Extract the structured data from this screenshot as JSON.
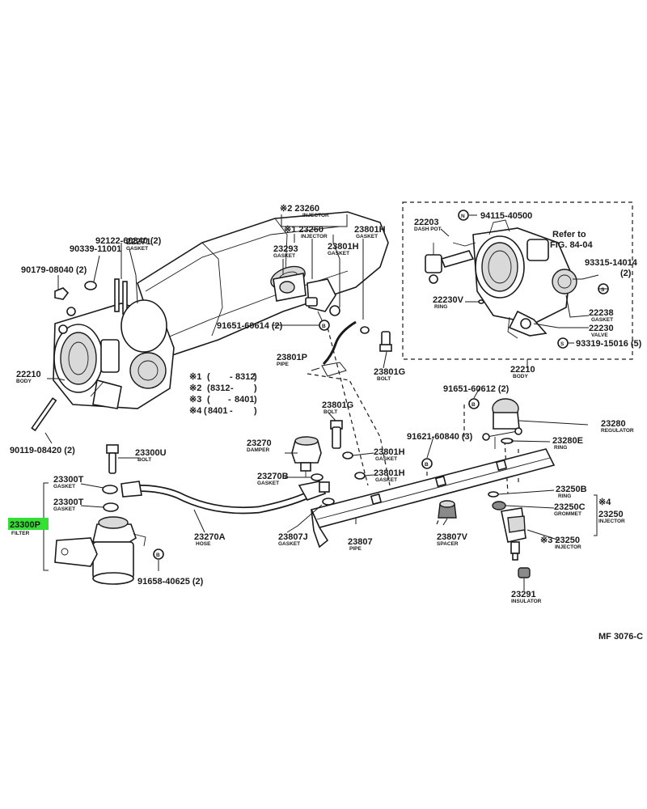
{
  "labels": {
    "p22210_left": {
      "num": "22210",
      "sub": "BODY"
    },
    "p92122": {
      "num": "92122-60840 (2)"
    },
    "p90339": {
      "num": "90339-11001"
    },
    "p22271": {
      "num": "22271",
      "sub": "GASKET"
    },
    "p90179": {
      "num": "90179-08040 (2)"
    },
    "p90119": {
      "num": "90119-08420 (2)"
    },
    "p23260_top": {
      "num": "※2 23260",
      "sub": "INJECTOR"
    },
    "p23260": {
      "num": "※1 23260",
      "sub": "INJECTOR"
    },
    "p23293": {
      "num": "23293",
      "sub": "GASKET"
    },
    "p23801H_a": {
      "num": "23801H",
      "sub": "GASKET"
    },
    "p23801H_b": {
      "num": "23801H",
      "sub": "GASKET"
    },
    "p91651_a": {
      "num": "91651-60614 (2)"
    },
    "p23801P": {
      "num": "23801P",
      "sub": "PIPE"
    },
    "p23801G_a": {
      "num": "23801G",
      "sub": "BOLT"
    },
    "p23801G_b": {
      "num": "23801G",
      "sub": "BOLT"
    },
    "p23801H_c": {
      "num": "23801H",
      "sub": "GASKET"
    },
    "p23801H_d": {
      "num": "23801H",
      "sub": "GASKET"
    },
    "p23270": {
      "num": "23270",
      "sub": "DAMPER"
    },
    "p23270B": {
      "num": "23270B",
      "sub": "GASKET"
    },
    "p23300U": {
      "num": "23300U",
      "sub": "BOLT"
    },
    "p23300T_a": {
      "num": "23300T",
      "sub": "GASKET"
    },
    "p23300T_b": {
      "num": "23300T",
      "sub": "GASKET"
    },
    "p23300P": {
      "num": "23300P",
      "sub": "FILTER"
    },
    "p91658": {
      "num": "91658-40625 (2)"
    },
    "p23270A": {
      "num": "23270A",
      "sub": "HOSE"
    },
    "p23807J": {
      "num": "23807J",
      "sub": "GASKET"
    },
    "p23807": {
      "num": "23807",
      "sub": "PIPE"
    },
    "p23807V": {
      "num": "23807V",
      "sub": "SPACER"
    },
    "p91621": {
      "num": "91621-60840 (3)"
    },
    "p91651_b": {
      "num": "91651-60612 (2)"
    },
    "p23280": {
      "num": "23280",
      "sub": "REGULATOR"
    },
    "p23280E": {
      "num": "23280E",
      "sub": "RING"
    },
    "p23250B": {
      "num": "23250B",
      "sub": "RING"
    },
    "p23250C": {
      "num": "23250C",
      "sub": "GROMMET"
    },
    "p23250_a": {
      "num": "23250",
      "sub": "INJECTOR"
    },
    "p23250_b": {
      "num": "※3 23250",
      "sub": "INJECTOR"
    },
    "p23291": {
      "num": "23291",
      "sub": "INSULATOR"
    },
    "p22203": {
      "num": "22203",
      "sub": "DASH POT"
    },
    "p94115": {
      "num": "94115-40500"
    },
    "p93315": {
      "num": "93315-14014",
      "sub2": "(2)"
    },
    "p22230V": {
      "num": "22230V",
      "sub": "RING"
    },
    "p22238": {
      "num": "22238",
      "sub": "GASKET"
    },
    "p22230": {
      "num": "22230",
      "sub": "VALVE"
    },
    "p93319": {
      "num": "93319-15016 (5)"
    },
    "p22210_right": {
      "num": "22210",
      "sub": "BODY"
    }
  },
  "refer": {
    "line1": "Refer to",
    "line2": "FIG. 84-04"
  },
  "circle_letters": {
    "B": "B",
    "N": "N",
    "S": "S"
  },
  "star4": "※4",
  "date_legend": [
    {
      "key": "※1",
      "open": "(",
      "from": "",
      "dash": "-",
      "to": "8312",
      "close": ")"
    },
    {
      "key": "※2",
      "open": "(",
      "from": "8312",
      "dash": "-",
      "to": "",
      "close": ")"
    },
    {
      "key": "※3",
      "open": "(",
      "from": "",
      "dash": "-",
      "to": "8401",
      "close": ")"
    },
    {
      "key": "※4",
      "open": "(",
      "from": "8401",
      "dash": "-",
      "to": "",
      "close": ")"
    }
  ],
  "figure_code": "MF 3076-C",
  "colors": {
    "highlight": "#35e035",
    "ink": "#1a1a1a",
    "shade": "#d9d9d9"
  }
}
